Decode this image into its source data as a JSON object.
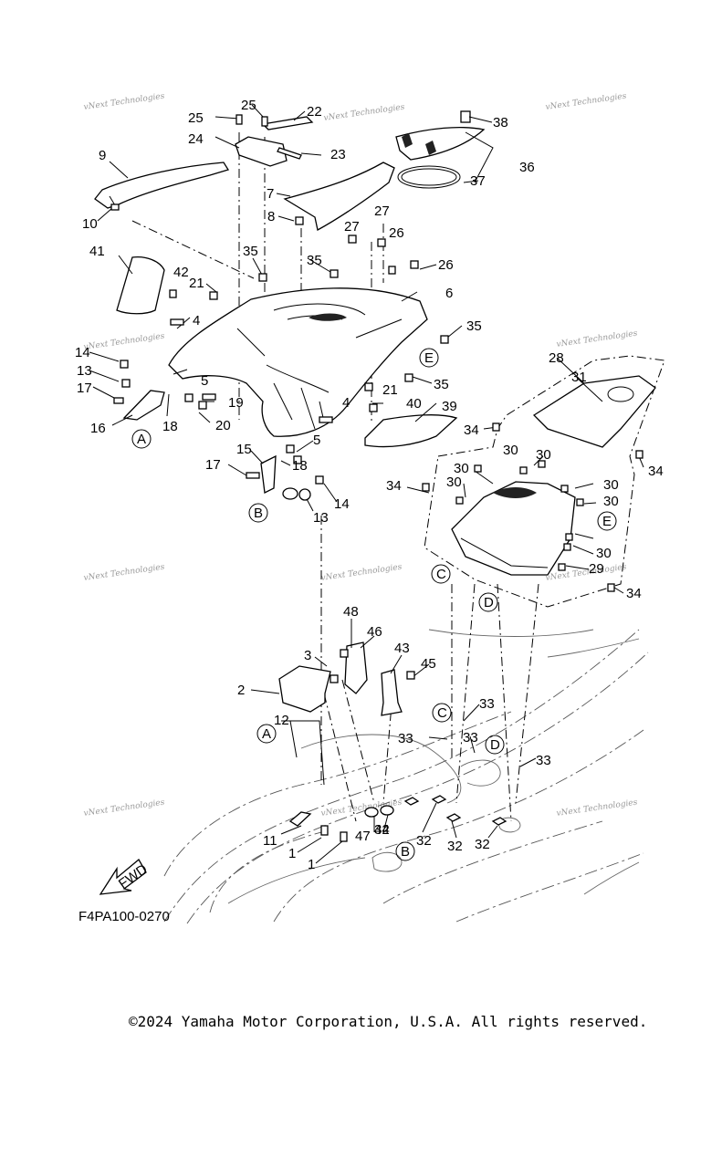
{
  "diagram": {
    "ref_code": "F4PA100-0270",
    "copyright": "©2024 Yamaha Motor Corporation, U.S.A. All rights reserved.",
    "watermark_text": "vNext Technologies",
    "fwd_label": "FWD",
    "callouts": [
      "1",
      "1",
      "2",
      "3",
      "4",
      "4",
      "5",
      "5",
      "6",
      "7",
      "8",
      "9",
      "10",
      "11",
      "12",
      "13",
      "13",
      "14",
      "14",
      "15",
      "16",
      "17",
      "17",
      "18",
      "18",
      "19",
      "20",
      "21",
      "21",
      "22",
      "23",
      "24",
      "25",
      "25",
      "26",
      "26",
      "27",
      "27",
      "28",
      "29",
      "30",
      "30",
      "30",
      "30",
      "30",
      "30",
      "30",
      "31",
      "32",
      "32",
      "32",
      "32",
      "33",
      "33",
      "33",
      "33",
      "34",
      "34",
      "34",
      "34",
      "35",
      "35",
      "35",
      "35",
      "36",
      "37",
      "38",
      "39",
      "40",
      "41",
      "42",
      "43",
      "44",
      "45",
      "46",
      "47",
      "48"
    ],
    "reference_letters": [
      "A",
      "A",
      "B",
      "B",
      "C",
      "C",
      "D",
      "D",
      "E",
      "E"
    ]
  }
}
